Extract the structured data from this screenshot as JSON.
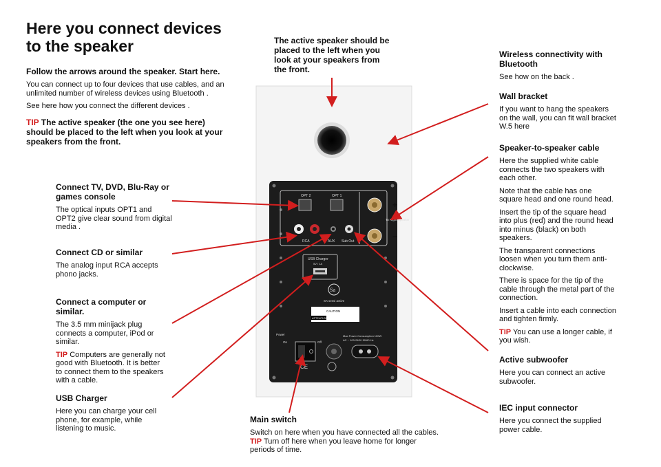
{
  "title": "Here you connect devices to the speaker",
  "intro": {
    "heading": "Follow the arrows around the speaker. Start here.",
    "p1": "You can connect up to four devices that use cables, and an unlimited number of wireless devices using Bluetooth .",
    "p2": "See here how you connect the different devices .",
    "tip_label": "TIP",
    "tip_text": "The active speaker (the one you see here) should be placed to the left when you look at your speakers from the front."
  },
  "top_note": "The active speaker should be placed to the left when you look at your speakers from the front.",
  "left": {
    "tv": {
      "heading": "Connect TV, DVD, Blu-Ray or games console",
      "text": "The optical inputs OPT1 and OPT2 give clear sound from digital media ."
    },
    "cd": {
      "heading": "Connect CD or similar",
      "text": "The analog input RCA accepts phono jacks."
    },
    "computer": {
      "heading": "Connect a computer or similar.",
      "text": "The 3.5 mm minijack plug connects a computer, iPod or similar.",
      "tip_label": "TIP",
      "tip_text": "Computers are generally not good with Bluetooth. It is better to connect them to the speakers with a cable."
    },
    "usb": {
      "heading": "USB Charger",
      "text": "Here you can charge your cell phone, for example, while listening to music."
    }
  },
  "bottom": {
    "switch": {
      "heading": "Main switch",
      "text_before": "Switch on here when you have connected all the cables.",
      "tip_label": "TIP",
      "tip_text": "Turn off here when you leave home for longer periods of time."
    }
  },
  "right": {
    "wireless": {
      "heading": "Wireless connectivity with Bluetooth",
      "text": "See how on the back ."
    },
    "wall": {
      "heading": "Wall bracket",
      "text": "If you want to hang the speakers on the wall, you can fit wall bracket W.5 here"
    },
    "cable": {
      "heading": "Speaker-to-speaker cable",
      "paras": [
        "Here the supplied white cable connects the two speakers with each other.",
        "Note that the cable has one square head and one round head.",
        "Insert the tip of the square head into plus (red) and the round head into minus (black) on both speakers.",
        "The transparent connections loosen when you turn them anti-clockwise.",
        "There is space for the tip of the cable through the metal part of the connection.",
        "Insert a cable into each connection and tighten firmly."
      ],
      "tip_label": "TIP",
      "tip_text": "You can use a longer cable, if you wish."
    },
    "sub": {
      "heading": "Active subwoofer",
      "text": "Here you can connect an active subwoofer."
    },
    "iec": {
      "heading": "IEC input connector",
      "text": "Here you connect the supplied power cable."
    }
  },
  "panel": {
    "opt2": "OPT 2",
    "opt1": "OPT 1",
    "rca": "RCA",
    "aux": "AUX",
    "subout": "Sub Out",
    "to_right": "To Right Speaker",
    "plus": "+",
    "minus": "−",
    "usb": "USB Charger",
    "usb_rating": "5V / 1A",
    "logo": "Sa",
    "brand": "SA sessi active",
    "caution": "CAUTION",
    "attention": "ATTENTION",
    "power_label": "Power",
    "on": "On",
    "off": "Off",
    "ce": "CE",
    "power_spec1": "Max Power Consumption 100W",
    "power_spec2": "AC ~ 100-240V 50/60 Hz"
  },
  "colors": {
    "arrow": "#d21e1e",
    "panel": "#1c1c1c",
    "cabinet": "#f4f4f4"
  }
}
